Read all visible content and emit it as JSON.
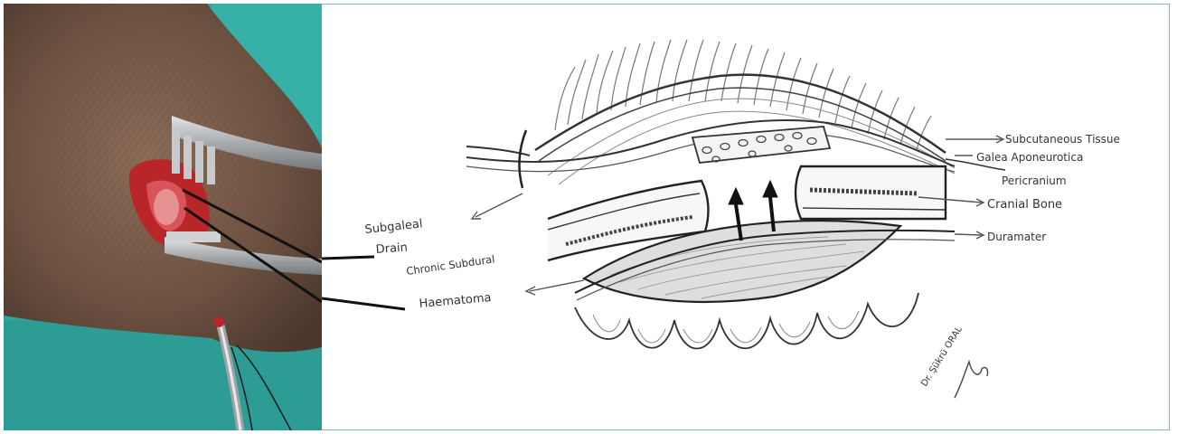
{
  "figure": {
    "labels_left": {
      "subgaleal_drain": [
        "Subgaleal",
        "Drain"
      ],
      "chronic_subdural_haematoma": [
        "Chronic Subdural",
        "Haematoma"
      ]
    },
    "labels_right": {
      "subcutaneous_tissue": "Subcutaneous Tissue",
      "galea_aponeurotica": "Galea Aponeurotica",
      "pericranium": "Pericranium",
      "cranial_bone": "Cranial Bone",
      "duramater": "Duramater"
    },
    "signature": "Dr. Şükrü ORAL"
  },
  "colors": {
    "drape": "#2fa59d",
    "scalp": "#7a5a48",
    "wound": "#b8262a",
    "retractor": "#b9bcbf",
    "ink": "#2a2a2a",
    "pencil": "#5a5a5a",
    "border": "#8fb4c9"
  }
}
